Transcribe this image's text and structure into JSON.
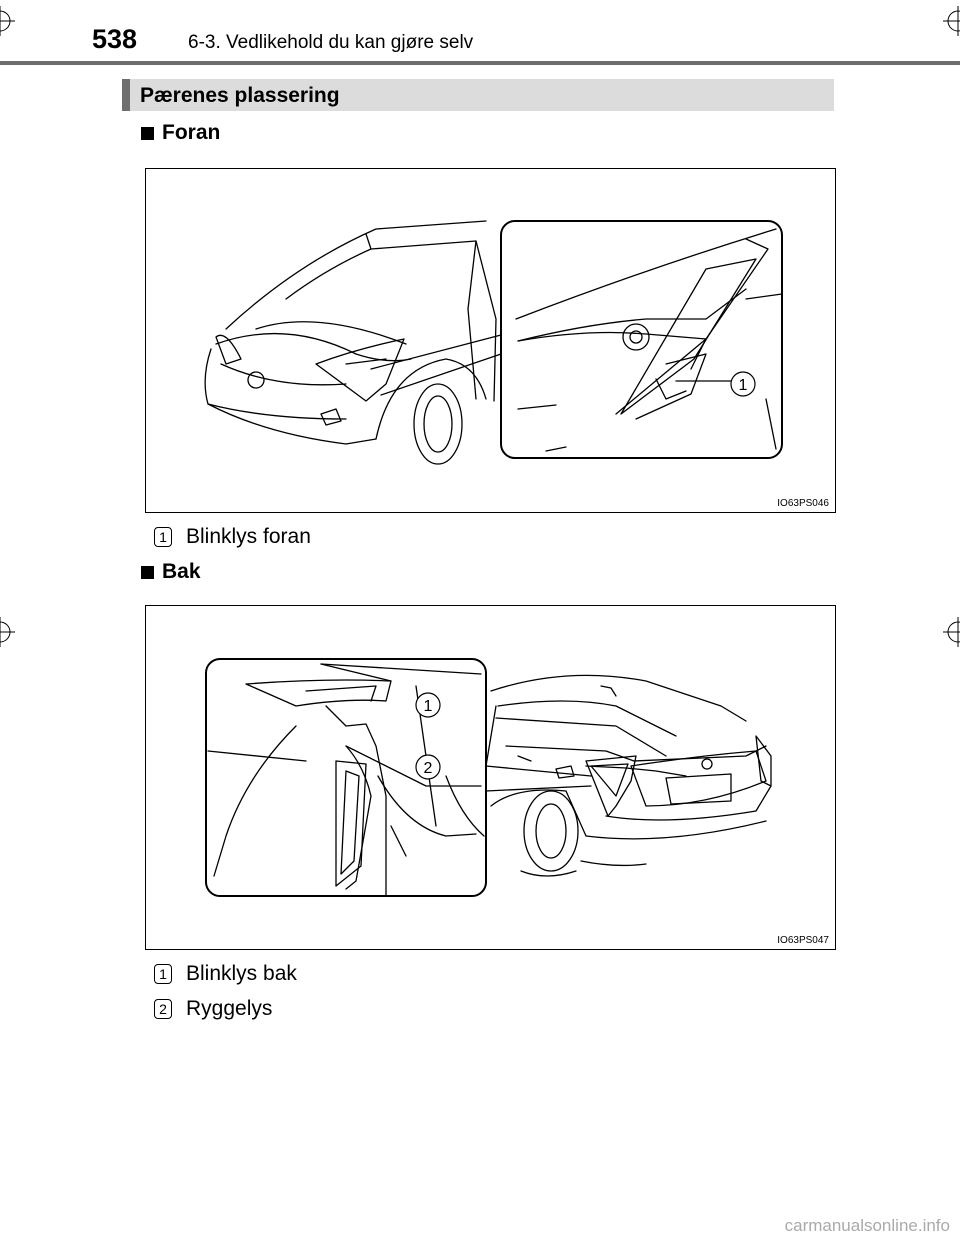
{
  "header": {
    "page_number": "538",
    "chapter": "6-3. Vedlikehold du kan gjøre selv"
  },
  "section": {
    "title": "Pærenes plassering"
  },
  "front": {
    "heading": "Foran",
    "figure_code": "IO63PS046",
    "callout": "1",
    "items": [
      {
        "number": "1",
        "label": "Blinklys foran"
      }
    ]
  },
  "rear": {
    "heading": "Bak",
    "figure_code": "IO63PS047",
    "callouts": [
      "1",
      "2"
    ],
    "items": [
      {
        "number": "1",
        "label": "Blinklys bak"
      },
      {
        "number": "2",
        "label": "Ryggelys"
      }
    ]
  },
  "watermark": "carmanualsonline.info"
}
